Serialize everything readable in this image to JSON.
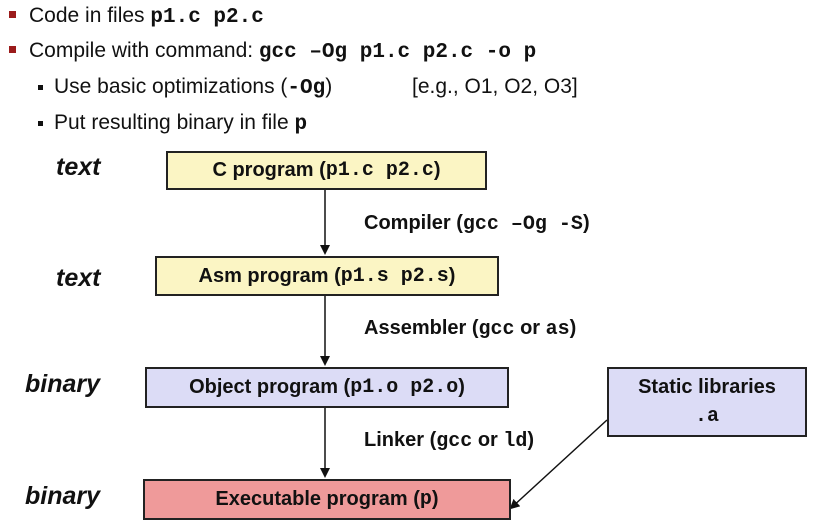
{
  "bullets": {
    "b1_text": "Code in files ",
    "b1_code": "p1.c p2.c",
    "b2_text": "Compile with command: ",
    "b2_code": "gcc –Og p1.c p2.c -o p",
    "b3_text": "Use basic optimizations (",
    "b3_code": "-Og",
    "b3_close": ")",
    "b3_note": "[e.g., O1, O2, O3]",
    "b4_text": "Put resulting binary in file ",
    "b4_code": "p"
  },
  "labels": {
    "text1": "text",
    "text2": "text",
    "binary1": "binary",
    "binary2": "binary"
  },
  "boxes": {
    "c_program": {
      "prefix": "C program (",
      "code": "p1.c p2.c",
      "suffix": ")"
    },
    "asm_program": {
      "prefix": "Asm program (",
      "code": "p1.s p2.s",
      "suffix": ")"
    },
    "object_program": {
      "prefix": "Object program (",
      "code": "p1.o p2.o",
      "suffix": ")"
    },
    "executable_program": {
      "prefix": "Executable program (",
      "code": "p",
      "suffix": ")"
    },
    "static_libraries": {
      "line1": "Static libraries",
      "line2": ".a"
    }
  },
  "edges": {
    "compiler": {
      "prefix": "Compiler (",
      "code": "gcc –Og -S",
      "suffix": ")"
    },
    "assembler": {
      "prefix": "Assembler (",
      "code": "gcc",
      "middle": " or ",
      "code2": "as",
      "suffix": ")"
    },
    "linker": {
      "prefix": "Linker (",
      "code": "gcc",
      "middle": " or ",
      "code2": "ld",
      "suffix": ")"
    }
  }
}
